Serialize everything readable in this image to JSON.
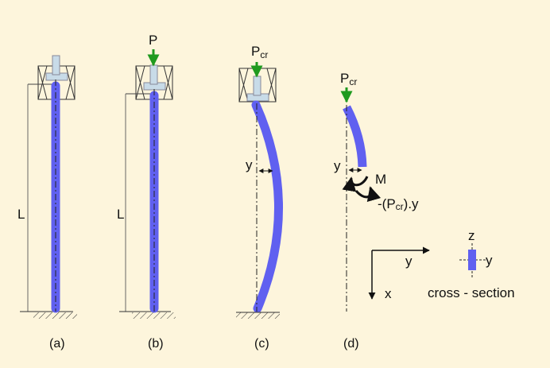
{
  "colors": {
    "background": "#fdf5dc",
    "column": "#6060f0",
    "load_arrow": "#1f9a1f",
    "support": "#c8dbe8",
    "ink": "#111111"
  },
  "panels": {
    "a": {
      "caption": "(a)",
      "length_label": "L"
    },
    "b": {
      "caption": "(b)",
      "length_label": "L",
      "load_label": "P"
    },
    "c": {
      "caption": "(c)",
      "load_main": "P",
      "load_sub": "cr",
      "deflection_label": "y"
    },
    "d": {
      "caption": "(d)",
      "load_main": "P",
      "load_sub": "cr",
      "deflection_label": "y",
      "moment_label": "M",
      "reaction_moment": {
        "prefix": "-(P",
        "sub": "cr",
        "suffix": ").y"
      }
    }
  },
  "axes": {
    "y_label": "y",
    "x_label": "x"
  },
  "cross_section": {
    "z_label": "z",
    "y_label": "y",
    "caption": "cross - section"
  }
}
